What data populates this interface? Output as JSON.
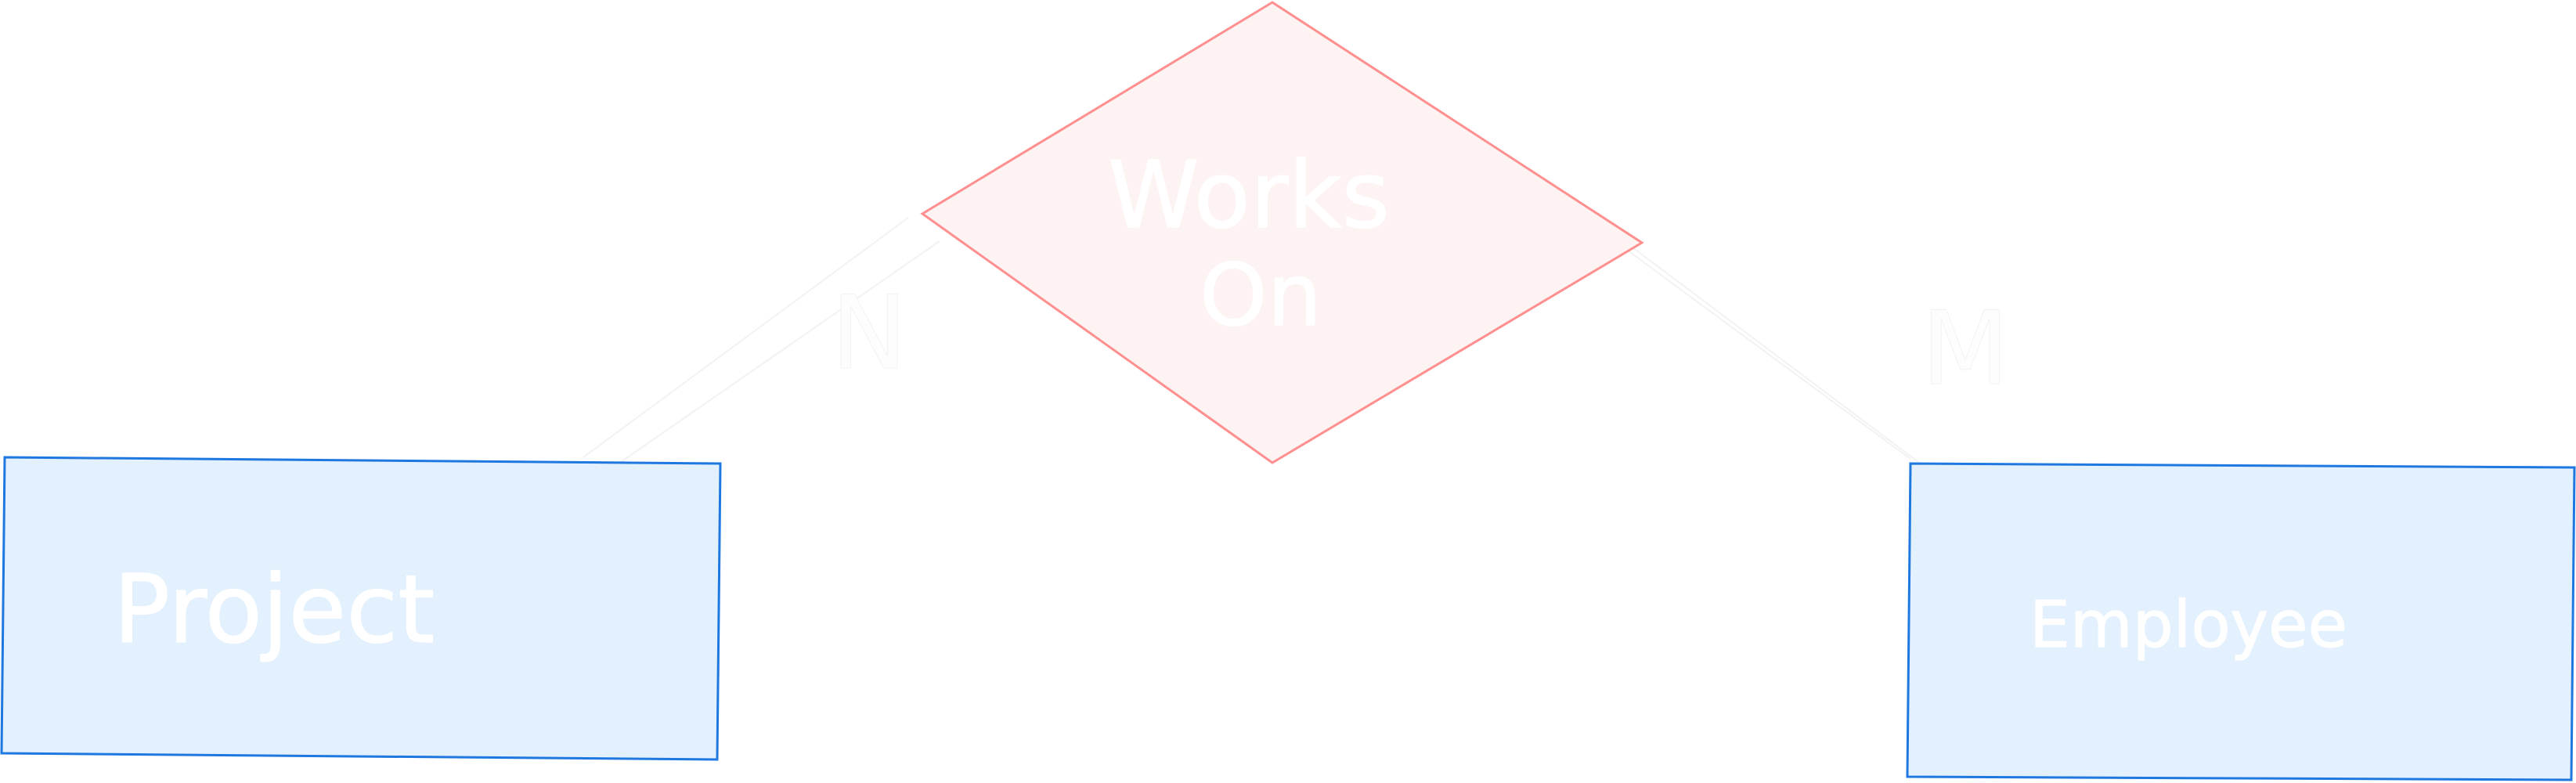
{
  "diagram": {
    "relationship": {
      "label_line1": "Works",
      "label_line2": "On",
      "fill": "#fdf3f3",
      "stroke": "#ff8f8f"
    },
    "entities": [
      {
        "id": "project",
        "label": "Project",
        "fill": "#e3f0fd",
        "stroke": "#1e78e0"
      },
      {
        "id": "employee",
        "label": "Employee",
        "fill": "#e3f0fd",
        "stroke": "#1e78e0"
      }
    ],
    "cardinalities": {
      "left": "N",
      "right": "M"
    },
    "connector_color": "#f2f2f2"
  }
}
